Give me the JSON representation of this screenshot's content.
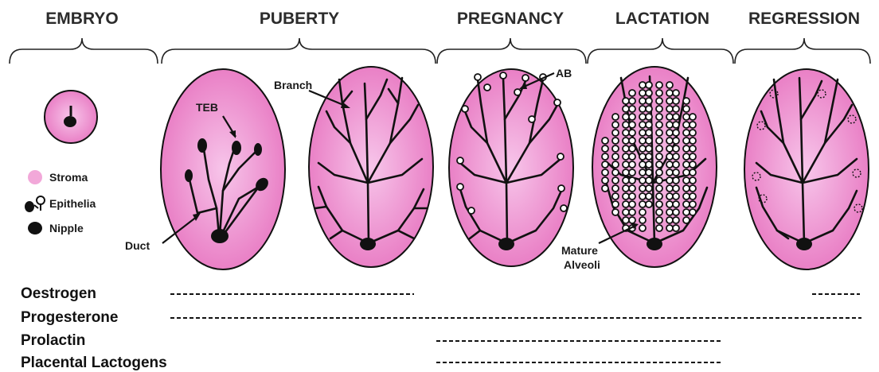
{
  "stages": [
    "EMBRYO",
    "PUBERTY",
    "PREGNANCY",
    "LACTATION",
    "REGRESSION"
  ],
  "labels": {
    "teb": "TEB",
    "branch": "Branch",
    "duct": "Duct",
    "ab": "AB",
    "mature_line1": "Mature",
    "mature_line2": "Alveoli"
  },
  "legend": [
    {
      "label": "Stroma",
      "icon": "stroma-swatch-icon"
    },
    {
      "label": "Epithelia",
      "icon": "epithelia-icon"
    },
    {
      "label": "Nipple",
      "icon": "nipple-icon"
    }
  ],
  "hormones": [
    {
      "name": "Oestrogen",
      "periods": [
        "puberty",
        "regression"
      ]
    },
    {
      "name": "Progesterone",
      "periods": [
        "puberty-to-regression"
      ]
    },
    {
      "name": "Prolactin",
      "periods": [
        "pregnancy-to-lactation"
      ]
    },
    {
      "name": "Placental Lactogens",
      "periods": [
        "pregnancy-to-lactation"
      ]
    }
  ],
  "colors": {
    "stroma": "#e879c2",
    "stroma_light": "#f7c5ea",
    "epithelia": "#111111",
    "outline": "#111111"
  }
}
